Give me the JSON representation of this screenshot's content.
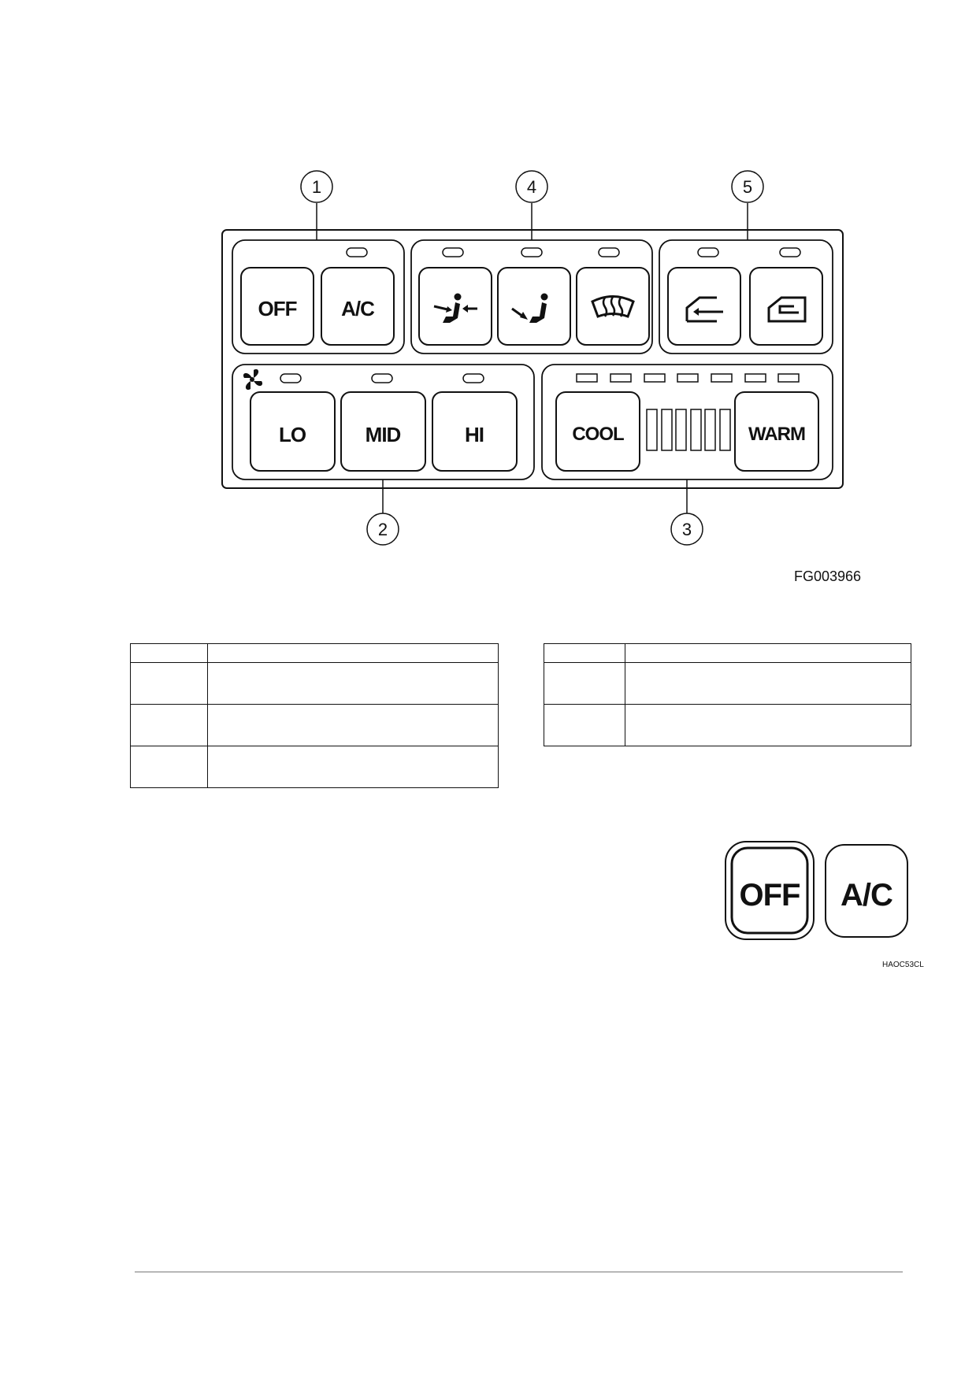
{
  "panel": {
    "callouts": [
      "1",
      "4",
      "5",
      "2",
      "3"
    ],
    "buttons": {
      "off": "OFF",
      "ac": "A/C",
      "lo": "LO",
      "mid": "MID",
      "hi": "HI",
      "cool": "COOL",
      "warm": "WARM"
    },
    "icons": {
      "vent": "face-vent-icon",
      "bilevel": "foot-vent-icon",
      "defrost": "defrost-icon",
      "fresh_air": "fresh-air-icon",
      "recirc": "recirculation-icon",
      "fan": "fan-icon"
    },
    "figure_id": "FG003966"
  },
  "tables": {
    "left": {
      "rows": [
        [
          "",
          ""
        ],
        [
          "",
          ""
        ],
        [
          "",
          ""
        ],
        [
          "",
          ""
        ]
      ]
    },
    "right": {
      "rows": [
        [
          "",
          ""
        ],
        [
          "",
          ""
        ],
        [
          "",
          ""
        ]
      ]
    }
  },
  "detail": {
    "off": "OFF",
    "ac": "A/C",
    "figure_id": "HAOC53CL"
  }
}
